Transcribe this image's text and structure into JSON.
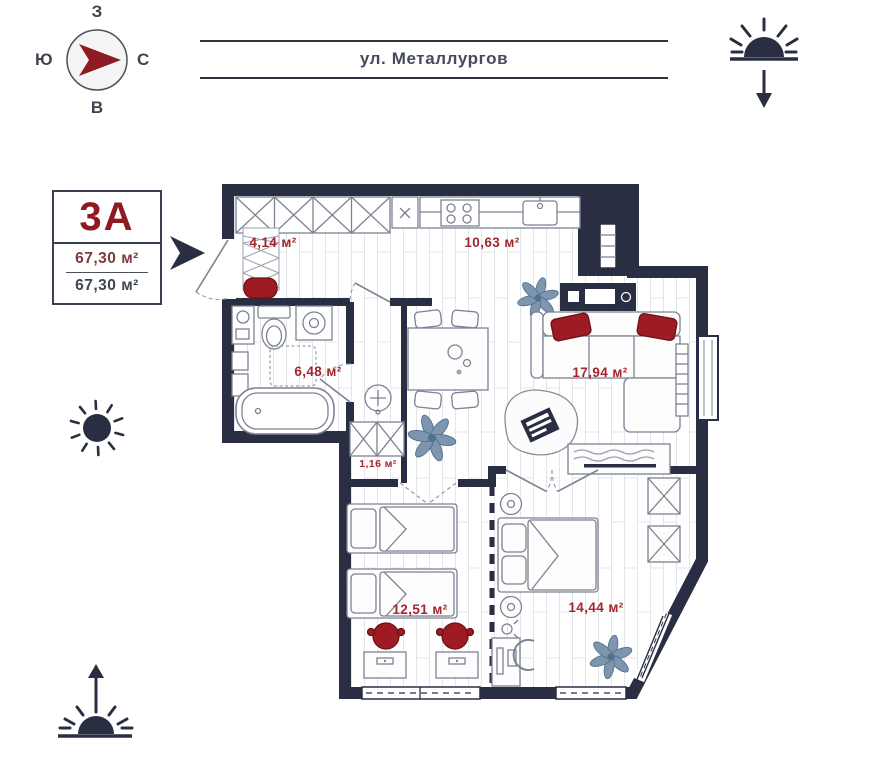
{
  "street": {
    "label": "ул. Металлургов"
  },
  "compass": {
    "top": "З",
    "right": "С",
    "bottom": "В",
    "left": "Ю"
  },
  "unit_badge": {
    "unit": "3А",
    "area_total": "67,30 м²",
    "area_living": "67,30 м²"
  },
  "rooms": [
    {
      "id": "hallway",
      "area": "4,14 м²"
    },
    {
      "id": "kitchen",
      "area": "10,63 м²"
    },
    {
      "id": "bathroom",
      "area": "6,48 м²"
    },
    {
      "id": "living-room",
      "area": "17,94 м²"
    },
    {
      "id": "closet",
      "area": "1,16 м²"
    },
    {
      "id": "bedroom",
      "area": "12,51 м²"
    },
    {
      "id": "master-bedroom",
      "area": "14,44 м²"
    }
  ],
  "icons": [
    "compass-rose",
    "sunset-icon",
    "sun-icon",
    "sunrise-icon",
    "entry-arrow"
  ],
  "colors": {
    "wall": "#2a2e42",
    "accent_red": "#9e1b23",
    "label_red": "#a2262c",
    "plant": "#7d95ae",
    "floor_line": "#e2e6ec"
  }
}
